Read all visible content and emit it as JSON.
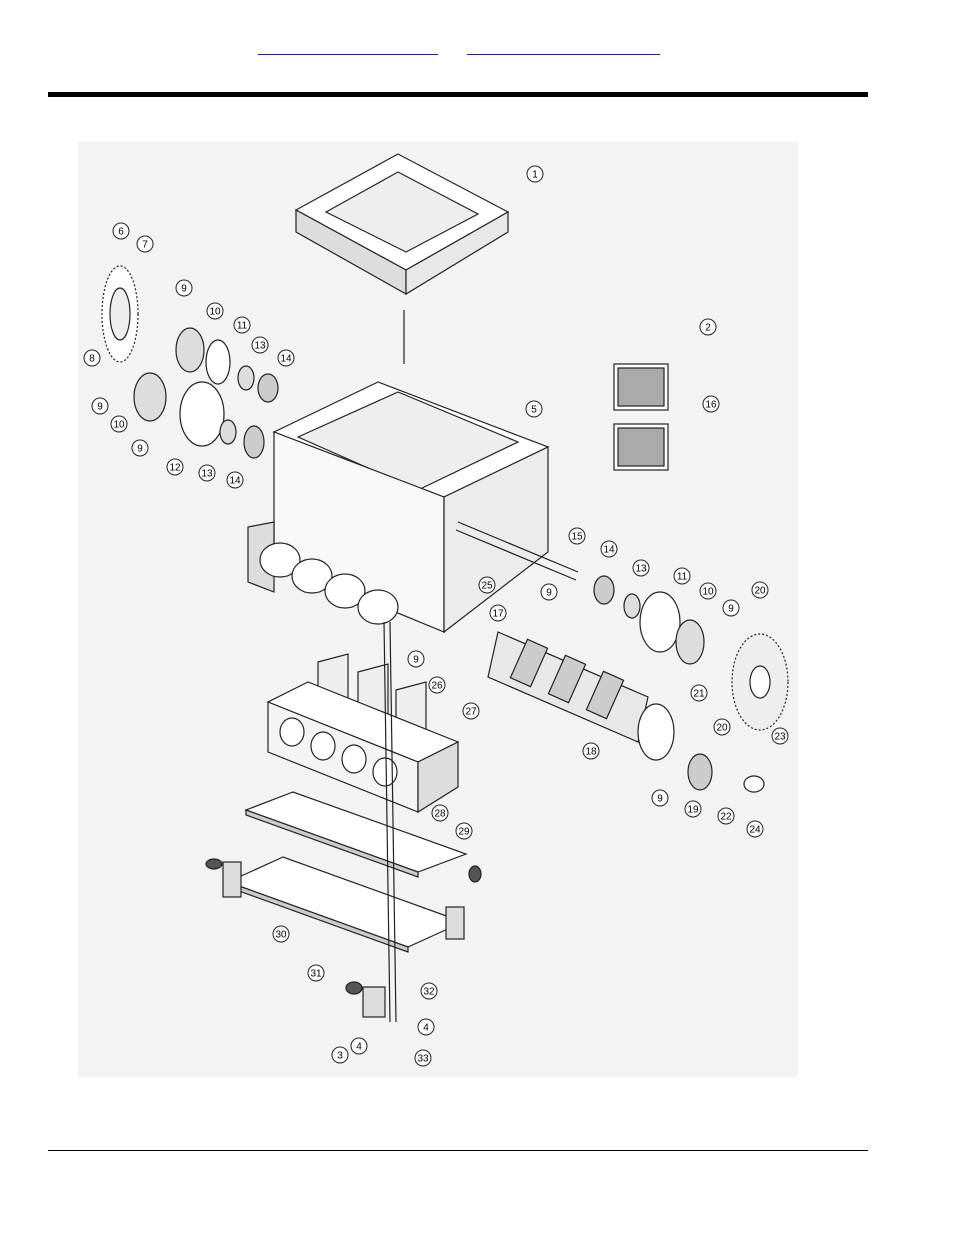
{
  "header": {
    "link_1": "",
    "link_2": ""
  },
  "diagram": {
    "callouts": [
      "1",
      "2",
      "3",
      "4",
      "5",
      "6",
      "7",
      "8",
      "9",
      "10",
      "11",
      "12",
      "13",
      "14",
      "15",
      "16",
      "17",
      "18",
      "19",
      "20",
      "21",
      "22",
      "23",
      "24",
      "25",
      "26",
      "27",
      "28",
      "29",
      "30",
      "31",
      "32",
      "33"
    ]
  }
}
